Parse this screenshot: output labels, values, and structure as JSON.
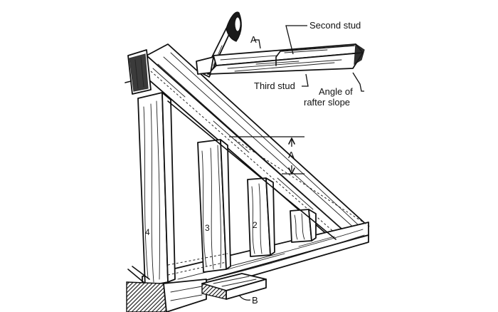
{
  "figure": {
    "subject": "Gable-end stud framing marked to rafter slope",
    "inset": {
      "labels": {
        "marker_a": "A",
        "second_stud": "Second stud",
        "third_stud": "Third stud",
        "angle_line1": "Angle of",
        "angle_line2": "rafter slope"
      }
    },
    "main": {
      "dimension_label": "A",
      "stud_numbers": [
        "4",
        "3",
        "2"
      ],
      "block_label": "B"
    },
    "colors": {
      "ink": "#111111",
      "paper": "#ffffff"
    }
  }
}
